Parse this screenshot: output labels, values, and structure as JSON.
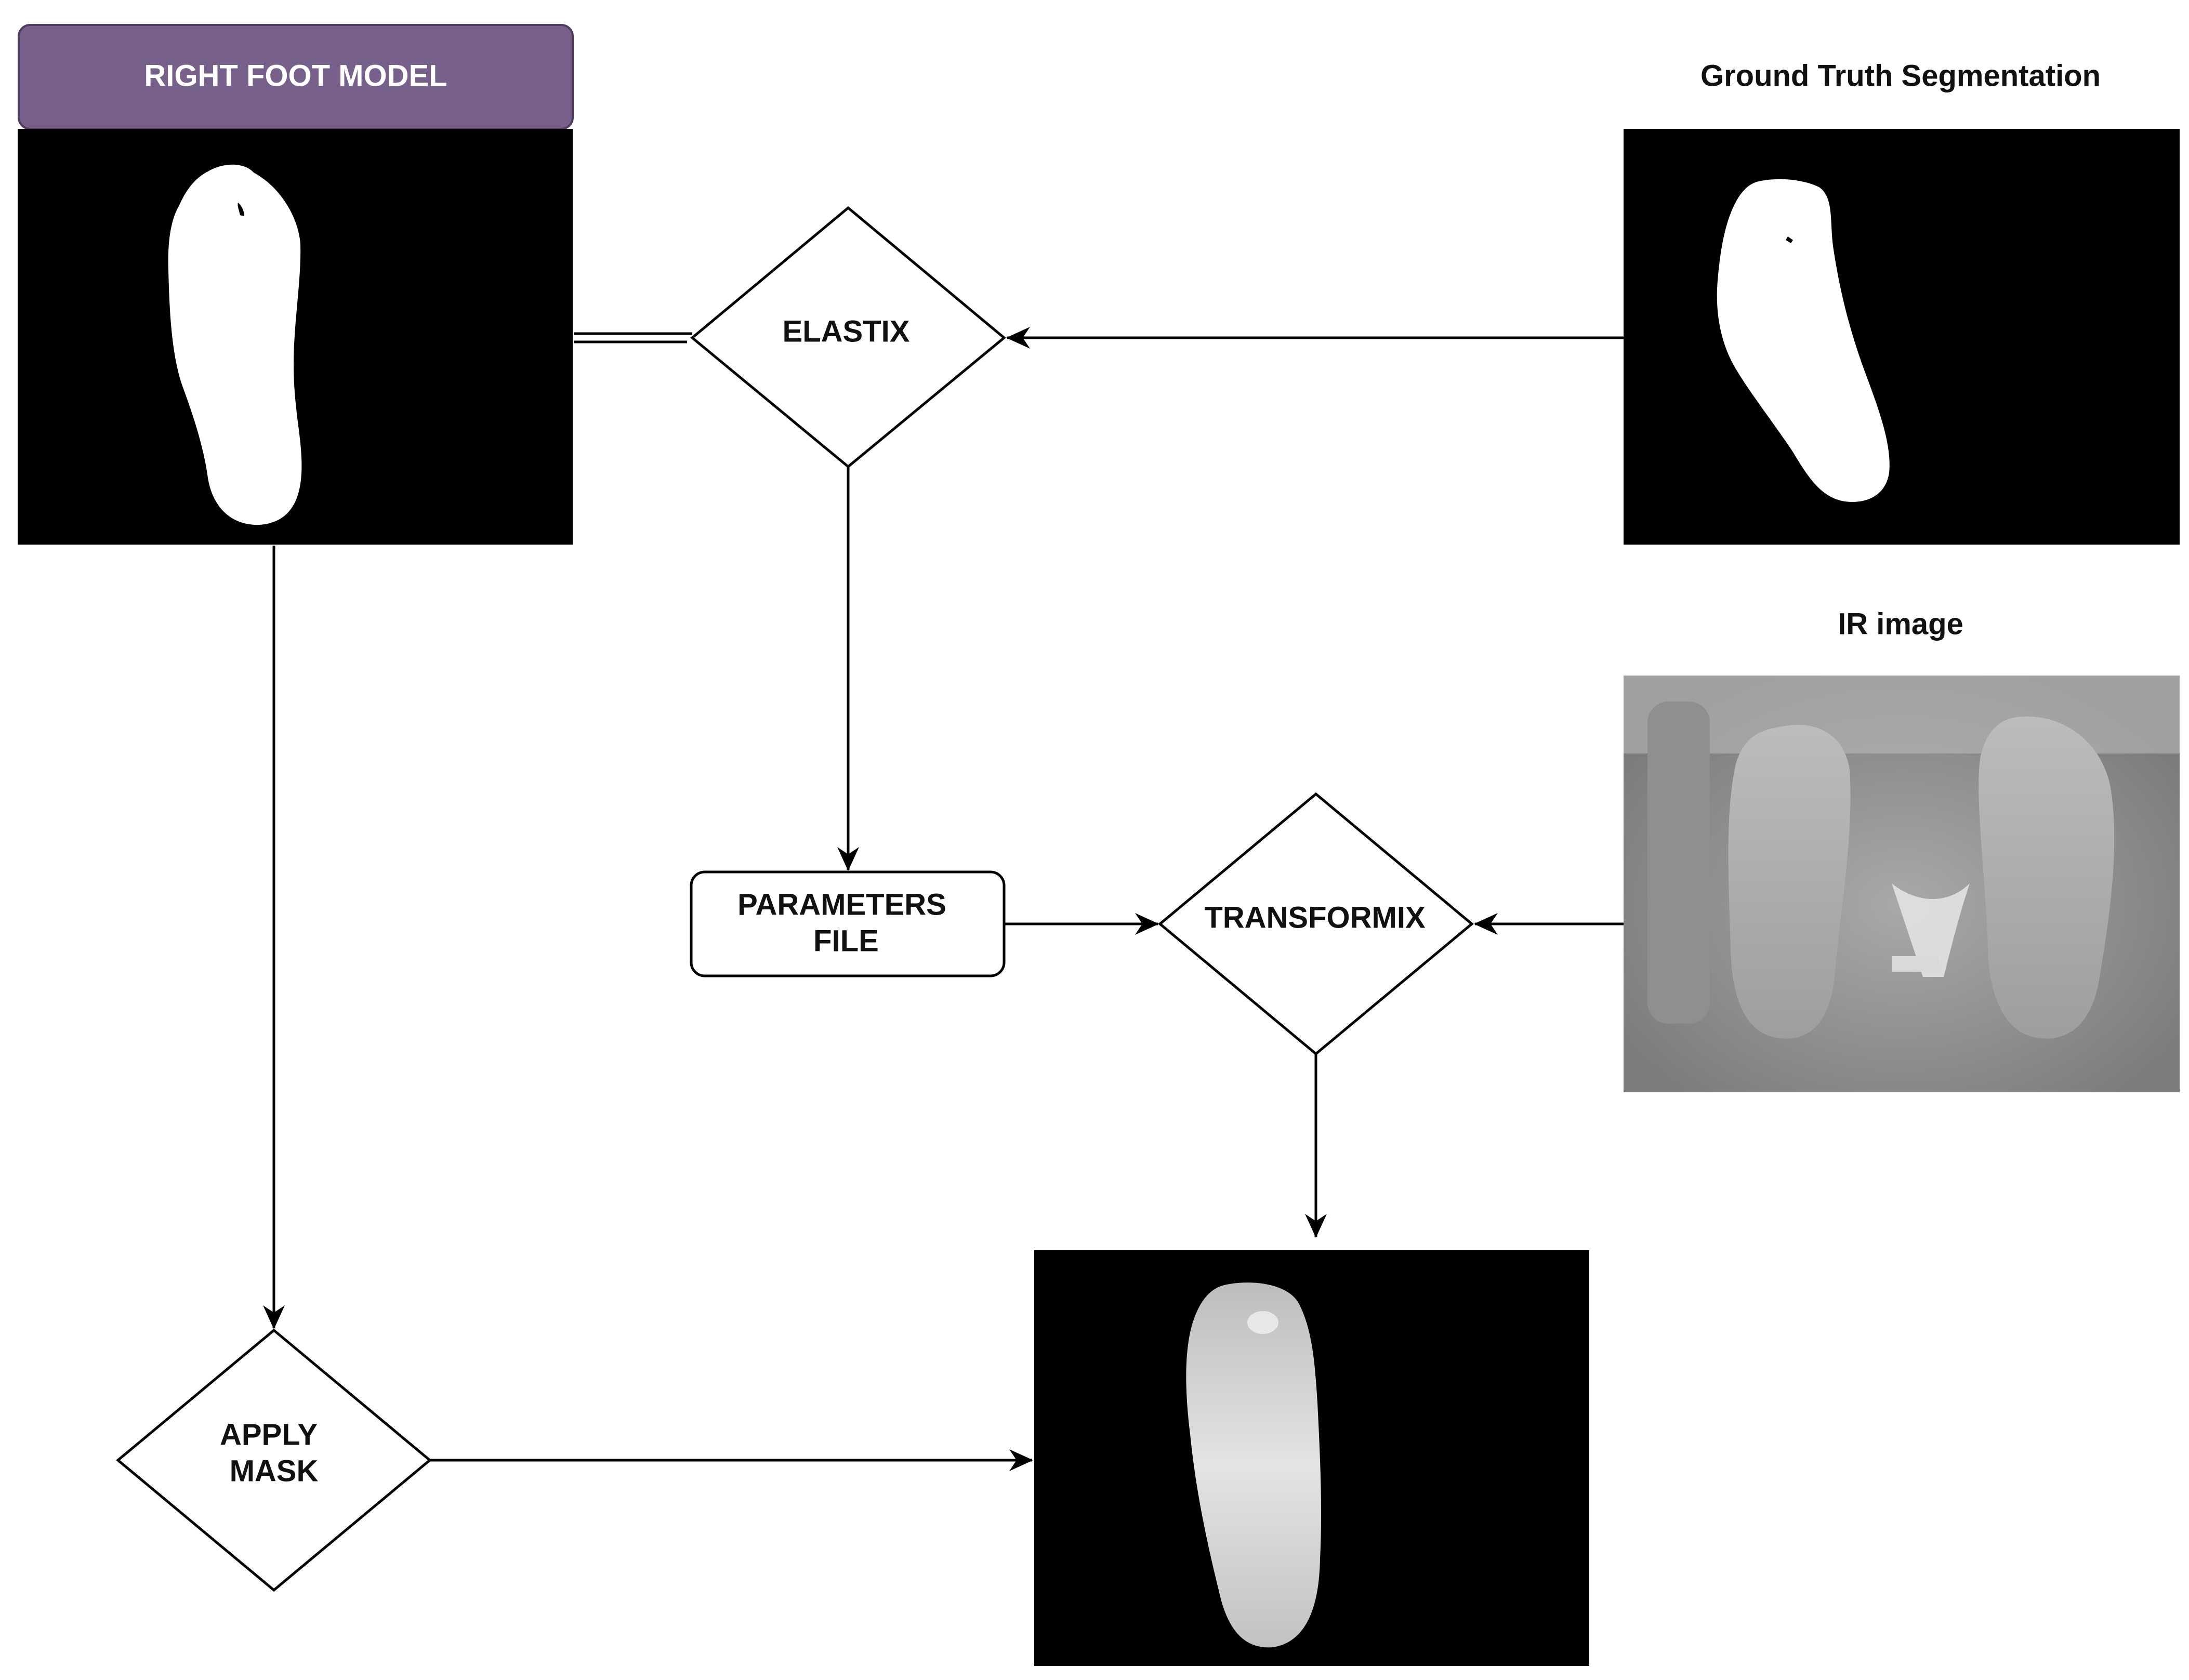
{
  "header": {
    "title": "RIGHT FOOT MODEL",
    "color": "#776089"
  },
  "captions": {
    "ground_truth": "Ground Truth Segmentation",
    "ir_image": "IR image"
  },
  "nodes": {
    "elastix": "ELASTIX",
    "parameters_line1": "PARAMETERS",
    "parameters_line2": "FILE",
    "transformix": "TRANSFORMIX",
    "apply_line1": "APPLY",
    "apply_line2": "MASK"
  },
  "images": {
    "model": "right-foot-model-mask",
    "ground_truth": "ground-truth-foot-mask",
    "ir": "infrared-feet-photo",
    "result": "masked-ir-foot-result"
  }
}
